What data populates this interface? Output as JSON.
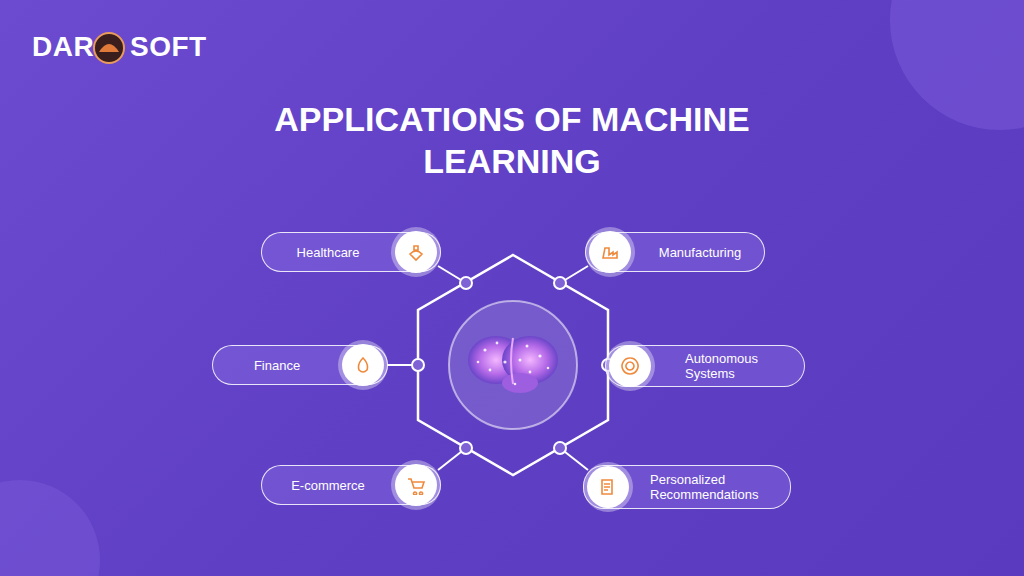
{
  "diagram": {
    "title": "APPLICATIONS OF MACHINE LEARNING",
    "nodes": [
      {
        "text": [
          "Healthcare"
        ]
      },
      {
        "text": [
          "Manufacturing"
        ]
      },
      {
        "text": [
          "Finance"
        ]
      },
      {
        "text": [
          "Autonomous Systems"
        ]
      },
      {
        "text": [
          "E-commerce"
        ]
      },
      {
        "text": [
          "Personalized Recommendations"
        ]
      }
    ],
    "labels": [
      "DAR",
      "SOFT"
    ]
  }
}
